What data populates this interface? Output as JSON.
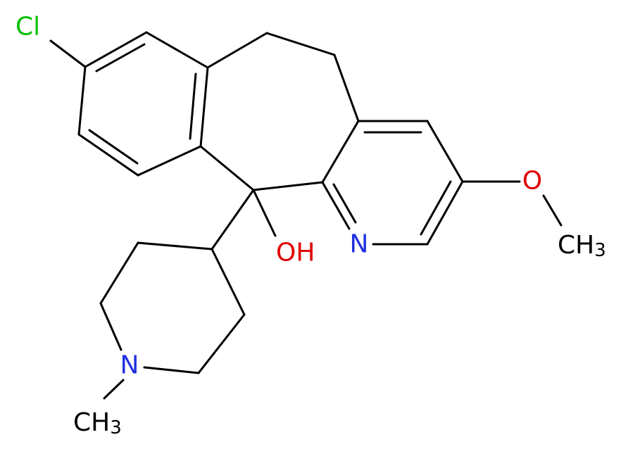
{
  "colors": {
    "bond": "#000000",
    "chlorine": "#00c000",
    "oxygen": "#e00000",
    "nitrogen": "#2030e0",
    "carbon_label": "#000000"
  },
  "atoms": {
    "chlorine": "Cl",
    "methoxy_oxygen": "O",
    "methoxy_methyl": "CH",
    "methoxy_methyl_subscript": "3",
    "pyridine_nitrogen": "N",
    "hydroxyl": "OH",
    "piperidine_nitrogen": "N",
    "n_methyl": "CH",
    "n_methyl_subscript": "3"
  }
}
